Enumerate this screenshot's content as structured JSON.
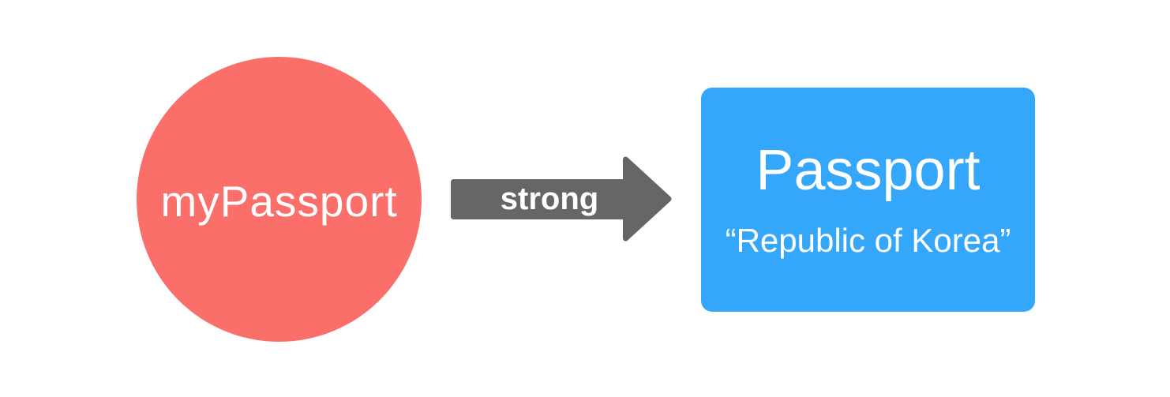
{
  "diagram": {
    "background_color": "#ffffff",
    "source_node": {
      "label": "myPassport",
      "shape": "circle",
      "fill_color": "#fb6f6a",
      "text_color": "#ffffff"
    },
    "edge": {
      "label": "strong",
      "direction": "right",
      "fill_color": "#666666",
      "text_color": "#ffffff"
    },
    "target_node": {
      "title": "Passport",
      "subtitle": "“Republic of Korea”",
      "shape": "rounded-rectangle",
      "fill_color": "#35a7fa",
      "text_color": "#ffffff"
    }
  }
}
